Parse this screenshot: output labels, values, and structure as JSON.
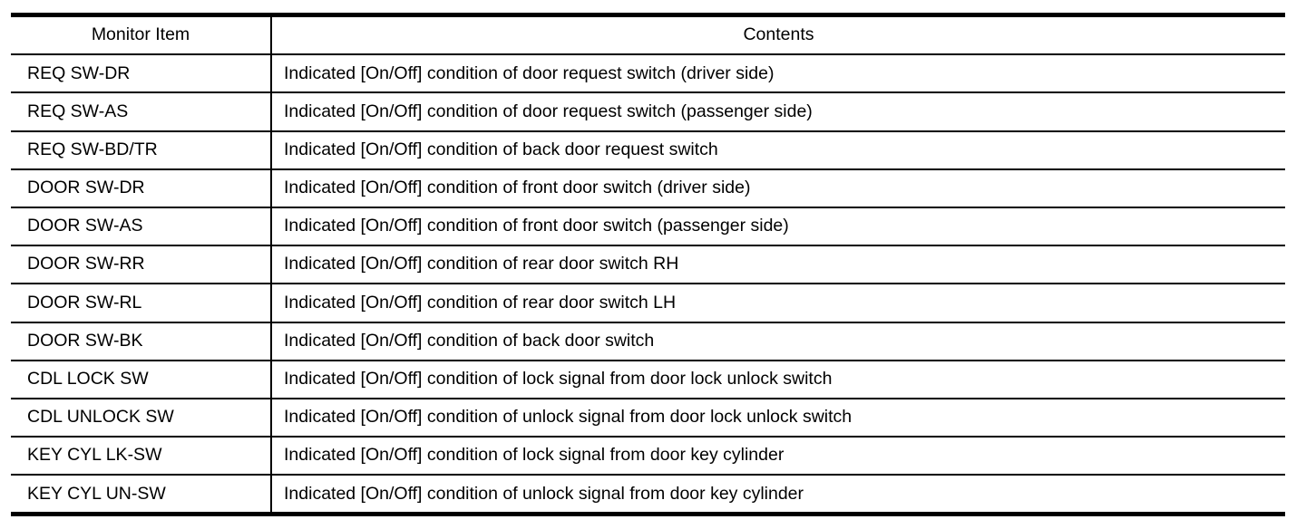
{
  "table": {
    "border_color": "#000000",
    "background_color": "#ffffff",
    "headers": {
      "monitor_item": "Monitor Item",
      "contents": "Contents"
    },
    "rows": [
      {
        "item": "REQ SW-DR",
        "contents": "Indicated [On/Off] condition of door request switch (driver side)"
      },
      {
        "item": "REQ SW-AS",
        "contents": "Indicated [On/Off] condition of door request switch (passenger side)"
      },
      {
        "item": "REQ SW-BD/TR",
        "contents": "Indicated [On/Off] condition of back door request switch"
      },
      {
        "item": "DOOR SW-DR",
        "contents": "Indicated [On/Off] condition of front door switch (driver side)"
      },
      {
        "item": "DOOR SW-AS",
        "contents": "Indicated [On/Off] condition of front door switch (passenger side)"
      },
      {
        "item": "DOOR SW-RR",
        "contents": "Indicated [On/Off] condition of rear door switch RH"
      },
      {
        "item": "DOOR SW-RL",
        "contents": "Indicated [On/Off] condition of rear door switch LH"
      },
      {
        "item": "DOOR SW-BK",
        "contents": "Indicated [On/Off] condition of back door switch"
      },
      {
        "item": "CDL LOCK SW",
        "contents": "Indicated [On/Off] condition of lock signal from door lock unlock switch"
      },
      {
        "item": "CDL UNLOCK SW",
        "contents": "Indicated [On/Off] condition of unlock signal from door lock unlock switch"
      },
      {
        "item": "KEY CYL LK-SW",
        "contents": "Indicated [On/Off] condition of lock signal from door key cylinder"
      },
      {
        "item": "KEY CYL UN-SW",
        "contents": "Indicated [On/Off] condition of unlock signal from door key cylinder"
      }
    ]
  }
}
